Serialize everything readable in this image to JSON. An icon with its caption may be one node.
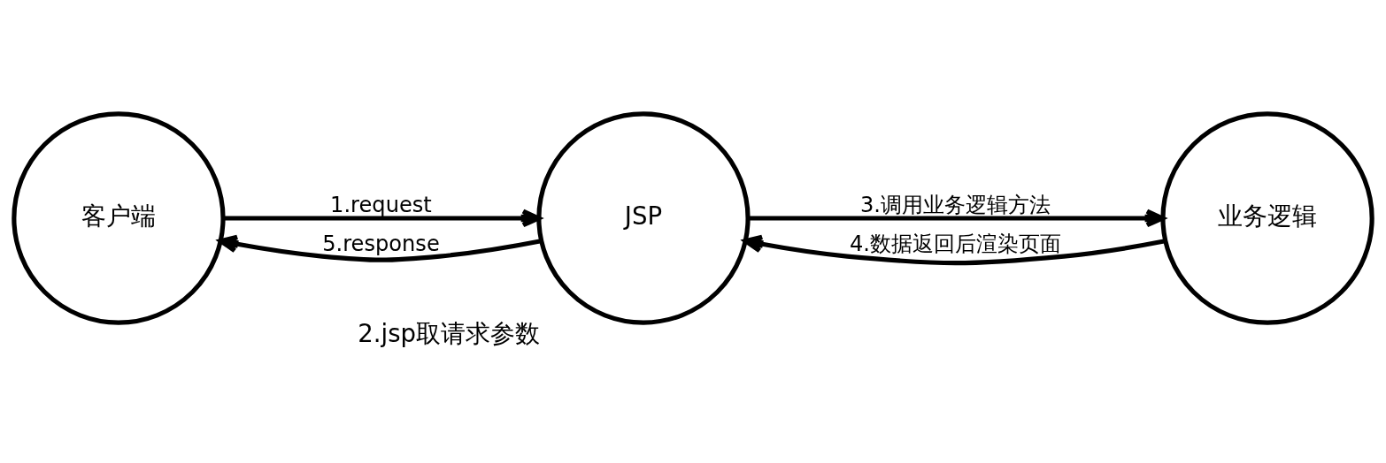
{
  "diagram": {
    "nodes": [
      {
        "text": [
          "客户端"
        ]
      },
      {
        "text": [
          "JSP"
        ],
        "beside": [
          "2.jsp取请求参数"
        ]
      },
      {
        "text": [
          "业务逻辑"
        ]
      }
    ],
    "edges": [
      {
        "from": 0,
        "to": 1,
        "arrow": "to",
        "label": "1.request"
      },
      {
        "from": 1,
        "to": 2,
        "arrow": "to",
        "label": "3.调用业务逻辑方法"
      },
      {
        "from": 2,
        "to": 1,
        "arrow": "to",
        "label": "4.数据返回后渲染页面"
      },
      {
        "from": 1,
        "to": 0,
        "arrow": "to",
        "label": "5.response"
      }
    ]
  }
}
